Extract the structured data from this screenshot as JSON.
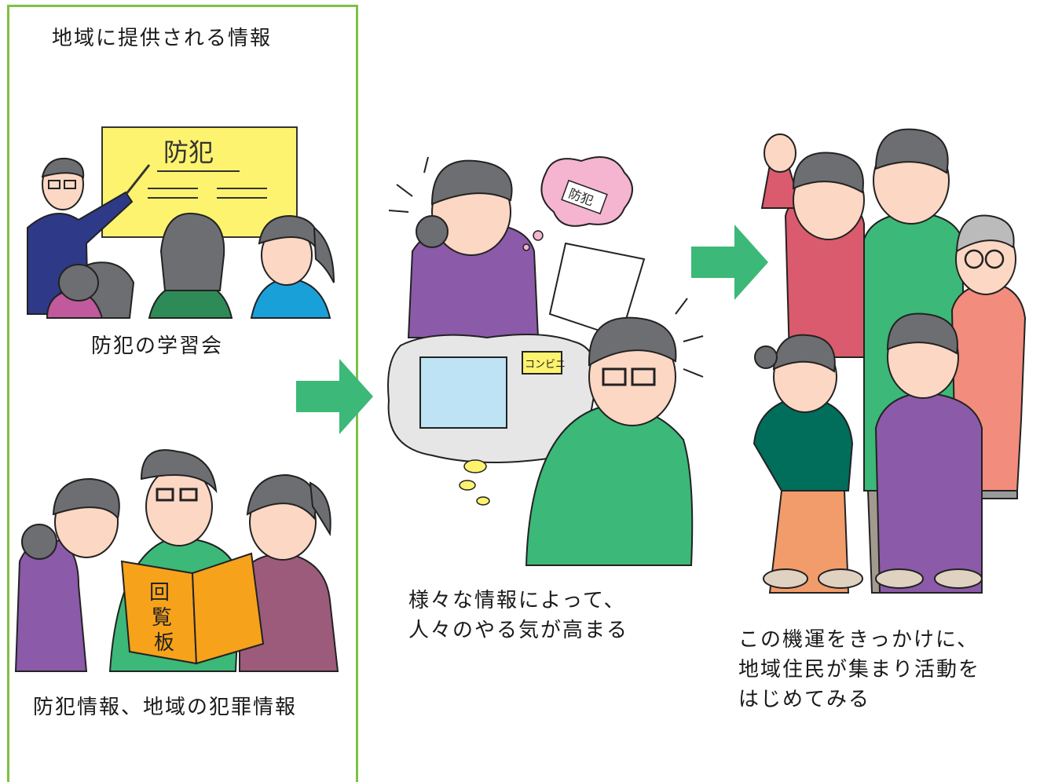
{
  "left_panel": {
    "title": "地域に提供される情報",
    "study_caption": "防犯の学習会",
    "board_text": "防犯",
    "info_caption": "防犯情報、地域の犯罪情報",
    "book_text": [
      "回",
      "覧",
      "板"
    ]
  },
  "middle": {
    "bubble_text": "防犯",
    "store_sign": "コンビニ",
    "caption_lines": [
      "様々な情報によって、",
      "人々のやる気が高まる"
    ]
  },
  "right": {
    "caption_lines": [
      "この機運をきっかけに、",
      "地域住民が集まり活動を",
      "はじめてみる"
    ]
  },
  "colors": {
    "panel_border": "#7dc242",
    "arrow": "#3cb878",
    "board": "#fef36e",
    "book": "#f7a21b",
    "green_shirt": "#3cb878",
    "purple_shirt": "#8b5aa8",
    "hair": "#6d6e71",
    "skin": "#fcd7c4"
  },
  "icons": [
    "flow-arrow",
    "flow-arrow"
  ]
}
